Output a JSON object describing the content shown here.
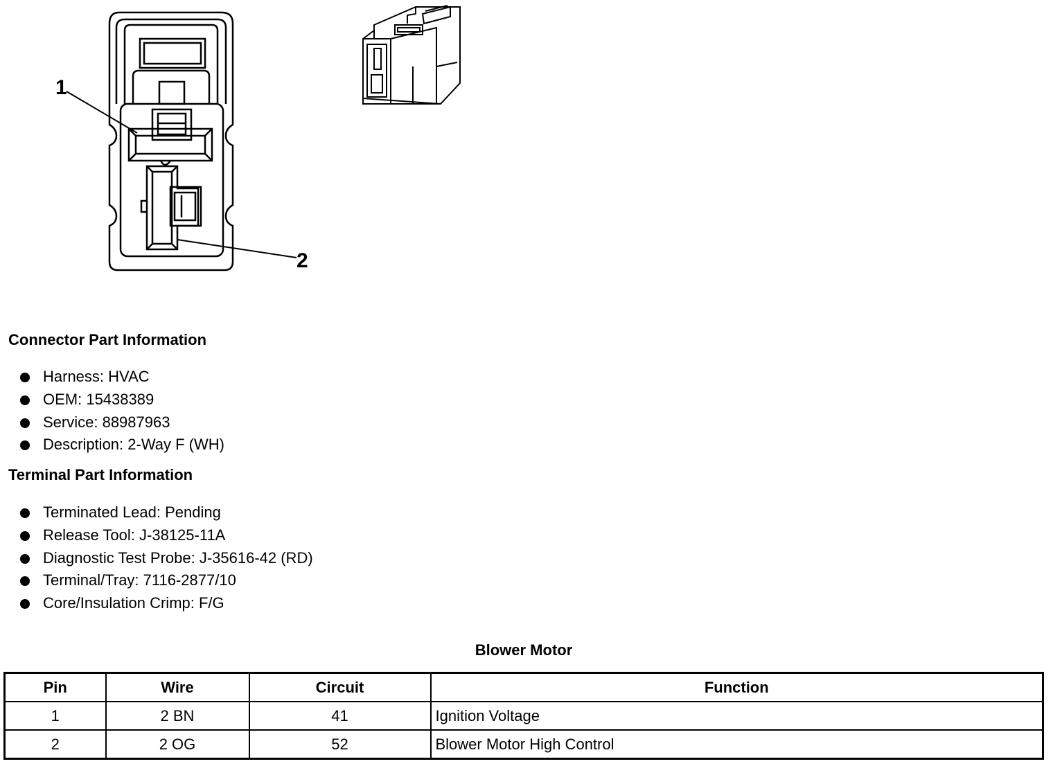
{
  "diagram": {
    "callouts": [
      "1",
      "2"
    ]
  },
  "connector_section": {
    "title": "Connector Part Information",
    "items": [
      "Harness: HVAC",
      "OEM: 15438389",
      "Service: 88987963",
      "Description: 2-Way F (WH)"
    ]
  },
  "terminal_section": {
    "title": "Terminal Part Information",
    "items": [
      "Terminated Lead: Pending",
      "Release Tool: J-38125-11A",
      "Diagnostic Test Probe: J-35616-42 (RD)",
      "Terminal/Tray: 7116-2877/10",
      "Core/Insulation Crimp: F/G"
    ]
  },
  "table": {
    "title": "Blower Motor",
    "headers": [
      "Pin",
      "Wire",
      "Circuit",
      "Function"
    ],
    "rows": [
      [
        "1",
        "2 BN",
        "41",
        "Ignition Voltage"
      ],
      [
        "2",
        "2 OG",
        "52",
        "Blower Motor High Control"
      ]
    ]
  }
}
